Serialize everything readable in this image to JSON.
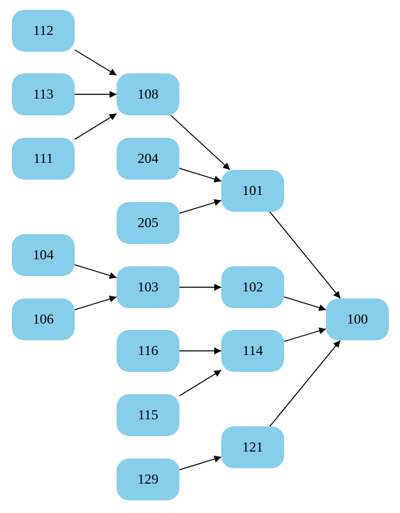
{
  "colors": {
    "node_fill": "#87ceeb",
    "edge": "#000000",
    "text": "#000000",
    "background": "#ffffff"
  },
  "nodes": [
    {
      "id": "112",
      "label": "112"
    },
    {
      "id": "113",
      "label": "113"
    },
    {
      "id": "111",
      "label": "111"
    },
    {
      "id": "108",
      "label": "108"
    },
    {
      "id": "204",
      "label": "204"
    },
    {
      "id": "205",
      "label": "205"
    },
    {
      "id": "101",
      "label": "101"
    },
    {
      "id": "104",
      "label": "104"
    },
    {
      "id": "106",
      "label": "106"
    },
    {
      "id": "103",
      "label": "103"
    },
    {
      "id": "102",
      "label": "102"
    },
    {
      "id": "116",
      "label": "116"
    },
    {
      "id": "114",
      "label": "114"
    },
    {
      "id": "115",
      "label": "115"
    },
    {
      "id": "129",
      "label": "129"
    },
    {
      "id": "121",
      "label": "121"
    },
    {
      "id": "100",
      "label": "100"
    }
  ],
  "edges": [
    {
      "from": "112",
      "to": "108"
    },
    {
      "from": "113",
      "to": "108"
    },
    {
      "from": "111",
      "to": "108"
    },
    {
      "from": "108",
      "to": "101"
    },
    {
      "from": "204",
      "to": "101"
    },
    {
      "from": "205",
      "to": "101"
    },
    {
      "from": "104",
      "to": "103"
    },
    {
      "from": "106",
      "to": "103"
    },
    {
      "from": "103",
      "to": "102"
    },
    {
      "from": "116",
      "to": "114"
    },
    {
      "from": "115",
      "to": "114"
    },
    {
      "from": "129",
      "to": "121"
    },
    {
      "from": "101",
      "to": "100"
    },
    {
      "from": "102",
      "to": "100"
    },
    {
      "from": "114",
      "to": "100"
    },
    {
      "from": "121",
      "to": "100"
    }
  ]
}
